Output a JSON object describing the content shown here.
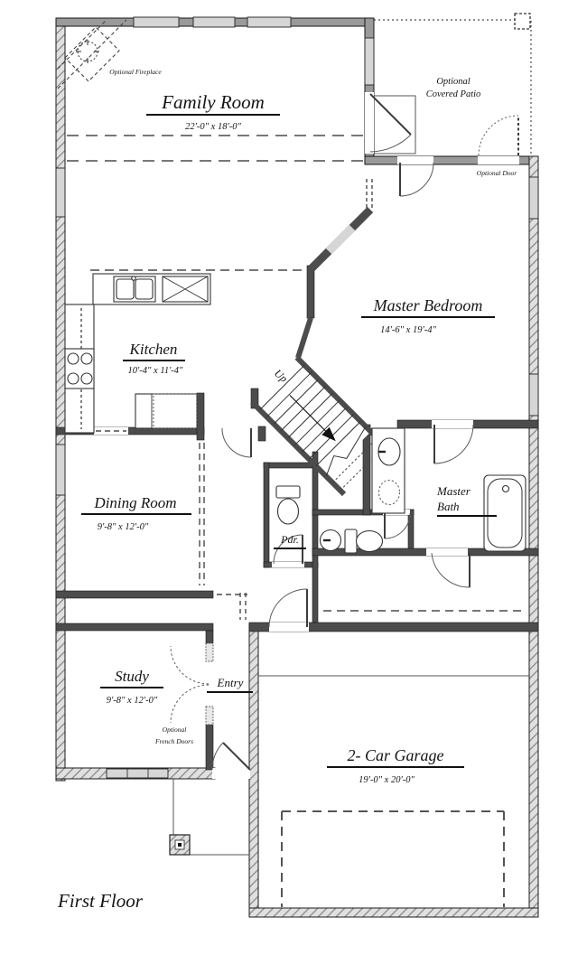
{
  "title": "First Floor",
  "rooms": {
    "family_room": {
      "name": "Family Room",
      "dims": "22'-0\" x 18'-0\""
    },
    "master_bedroom": {
      "name": "Master Bedroom",
      "dims": "14'-6\" x 19'-4\""
    },
    "kitchen": {
      "name": "Kitchen",
      "dims": "10'-4\" x 11'-4\""
    },
    "dining_room": {
      "name": "Dining Room",
      "dims": "9'-8\" x 12'-0\""
    },
    "study": {
      "name": "Study",
      "dims": "9'-8\" x 12'-0\""
    },
    "entry": {
      "name": "Entry"
    },
    "master_bath": {
      "line1": "Master",
      "line2": "Bath"
    },
    "powder_room": {
      "name": "Pdr."
    },
    "garage": {
      "name": "2- Car Garage",
      "dims": "19'-0\" x 20'-0\""
    }
  },
  "annotations": {
    "covered_patio": {
      "line1": "Optional",
      "line2": "Covered Patio"
    },
    "optional_door": "Optional Door",
    "optional_fireplace": "Optional Fireplace",
    "optional_french_doors": {
      "line1": "Optional",
      "line2": "French Doors"
    },
    "stairs_up": "Up"
  },
  "colors": {
    "background": "#ffffff",
    "wall": "#4c4c4c",
    "window": "#d6d6d6",
    "ink": "#141414"
  }
}
